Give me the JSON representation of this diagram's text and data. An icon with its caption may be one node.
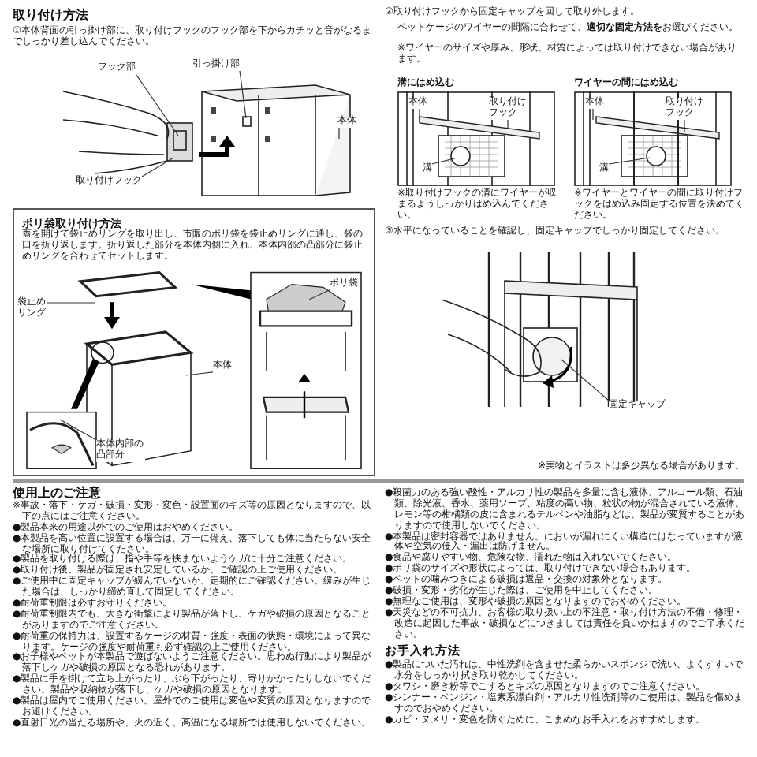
{
  "diagram": {
    "nodes": [
      {
        "text": [
          "フック部"
        ]
      },
      {
        "text": [
          "引っ掛け部"
        ]
      },
      {
        "text": [
          "本体"
        ]
      },
      {
        "text": [
          "取り付けフック"
        ]
      },
      {
        "text": [
          "ポリ袋取り付け方法",
          "蓋を開けて袋止めリングを取り出し、市販のポリ袋を袋止めリングに通し、袋の口を折り返します。折り返した部分を本体内側に入れ、本体内部の凸部分に袋止めリングを合わせてセットします。"
        ]
      },
      {
        "text": [
          "袋止めリング"
        ],
        "in": 4
      },
      {
        "text": [
          "本体"
        ],
        "in": 4
      },
      {
        "text": [
          "本体内部の凸部分"
        ],
        "in": 4
      },
      {
        "text": [
          "ポリ袋"
        ],
        "in": 4
      },
      {
        "text": [
          "本体"
        ]
      },
      {
        "text": [
          "取り付けフック"
        ]
      },
      {
        "text": [
          "溝"
        ]
      },
      {
        "text": [
          "本体"
        ]
      },
      {
        "text": [
          "取り付けフック"
        ]
      },
      {
        "text": [
          "溝"
        ]
      },
      {
        "text": [
          "固定キャップ"
        ]
      }
    ],
    "edges": [
      {
        "from": 0,
        "to": null,
        "arrow": "none"
      },
      {
        "from": 1,
        "to": null,
        "arrow": "none"
      },
      {
        "from": 2,
        "to": null,
        "arrow": "none"
      },
      {
        "from": 3,
        "to": null,
        "arrow": "none"
      },
      {
        "from": 5,
        "to": null,
        "arrow": "none"
      },
      {
        "from": 6,
        "to": null,
        "arrow": "none"
      },
      {
        "from": 7,
        "to": null,
        "arrow": "none"
      },
      {
        "from": 8,
        "to": null,
        "arrow": "none"
      },
      {
        "from": 9,
        "to": null,
        "arrow": "none"
      },
      {
        "from": 10,
        "to": null,
        "arrow": "none"
      },
      {
        "from": 11,
        "to": null,
        "arrow": "none"
      },
      {
        "from": 12,
        "to": null,
        "arrow": "none"
      },
      {
        "from": 13,
        "to": null,
        "arrow": "none"
      },
      {
        "from": 14,
        "to": null,
        "arrow": "none"
      },
      {
        "from": 15,
        "to": null,
        "arrow": "none"
      }
    ],
    "labels": [
      "取り付け方法",
      "①本体背面の引っ掛け部に、取り付けフックのフック部を下からカチッと音がなるまでしっかり差し込んでください。",
      "②取り付けフックから固定キャップを回して取り外します。",
      "ペットケージのワイヤーの間隔に合わせて、**適切な固定方法を**お選びください。",
      "※ワイヤーのサイズや厚み、形状、材質によっては取り付けできない場合があります。",
      "溝にはめ込む",
      "ワイヤーの間にはめ込む",
      "※取り付けフックの溝にワイヤーが収まるようしっかりはめ込んでください。",
      "※ワイヤーとワイヤーの間に取り付けフックをはめ込み固定する位置を決めてください。",
      "③水平になっていることを確認し、固定キャップでしっかり固定してください。",
      "※実物とイラストは多少異なる場合があります。",
      "使用上のご注意",
      "※事故・落下・ケガ・破損・変形・変色・設置面のキズ等の原因となりますので、以下の点にはご注意ください。",
      "●製品本来の用途以外でのご使用はおやめください。",
      "●本製品を高い位置に設置する場合は、万一に備え、落下しても体に当たらない安全な場所に取り付けてください。",
      "●製品を取り付ける際は、指や手等を挟まないようケガに十分ご注意ください。",
      "●取り付け後、製品が固定され安定しているか、ご確認の上ご使用ください。",
      "●ご使用中に固定キャップが緩んでいないか、定期的にご確認ください。緩みが生じた場合は、しっかり締め直して固定してください。",
      "●耐荷重制限は必ずお守りください。",
      "●耐荷重制限内でも、大きな衝撃により製品が落下し、ケガや破損の原因となることがありますのでご注意ください。",
      "●耐荷重の保持力は、設置するケージの材質・強度・表面の状態・環境によって異なります。ケージの強度や耐荷重も必ず確認の上ご使用ください。",
      "●お子様やペットが本製品で遊ばないようご注意ください。思わぬ行動により製品が落下しケガや破損の原因となる恐れがあります。",
      "●製品に手を掛けて立ち上がったり、ぶら下がったり、寄りかかったりしないでください。製品や収納物が落下し、ケガや破損の原因となります。",
      "●製品は屋内でご使用ください。屋外でのご使用は変色や変質の原因となりますのでお避けください。",
      "●直射日光の当たる場所や、火の近く、高温になる場所では使用しないでください。",
      "●殺菌力のある強い酸性・アルカリ性の製品を多量に含む液体、アルコール類、石油類、除光液、香水、薬用ソープ、粘度の高い物、粒状の物が混合されている液体、レモン等の柑橘類の皮に含まれるテルペンや油脂などは、製品が変質することがありますので使用しないでください。",
      "●本製品は密封容器ではありません。においが漏れにくい構造にはなっていますが液体や空気の侵入・漏出は防げません。",
      "●食品や腐りやすい物、危険な物、濡れた物は入れないでください。",
      "●ポリ袋のサイズや形状によっては、取り付けできない場合もあります。",
      "●ペットの噛みつきによる破損は返品・交換の対象外となります。",
      "●破損・変形・劣化が生じた際は、ご使用を中止してください。",
      "●無理なご使用は、変形や破損の原因となりますのでおやめください。",
      "●天災などの不可抗力、お客様の取り扱い上の不注意・取り付け方法の不備・修理・改造に起因した事故・破損などにつきましては責任を負いかねますのでご了承ください。",
      "お手入れ方法",
      "●製品についた汚れは、中性洗剤を含ませた柔らかいスポンジで洗い、よくすすいで水分をしっかり拭き取り乾かしてください。",
      "●タワシ・磨き粉等でこするとキズの原因となりますのでご注意ください。",
      "●シンナー・ベンジン・塩素系漂白剤・アルカリ性洗剤等のご使用は、製品を傷めますのでおやめください。",
      "●カビ・ヌメリ・変色を防ぐために、こまめなお手入れをおすすめします。"
    ]
  }
}
